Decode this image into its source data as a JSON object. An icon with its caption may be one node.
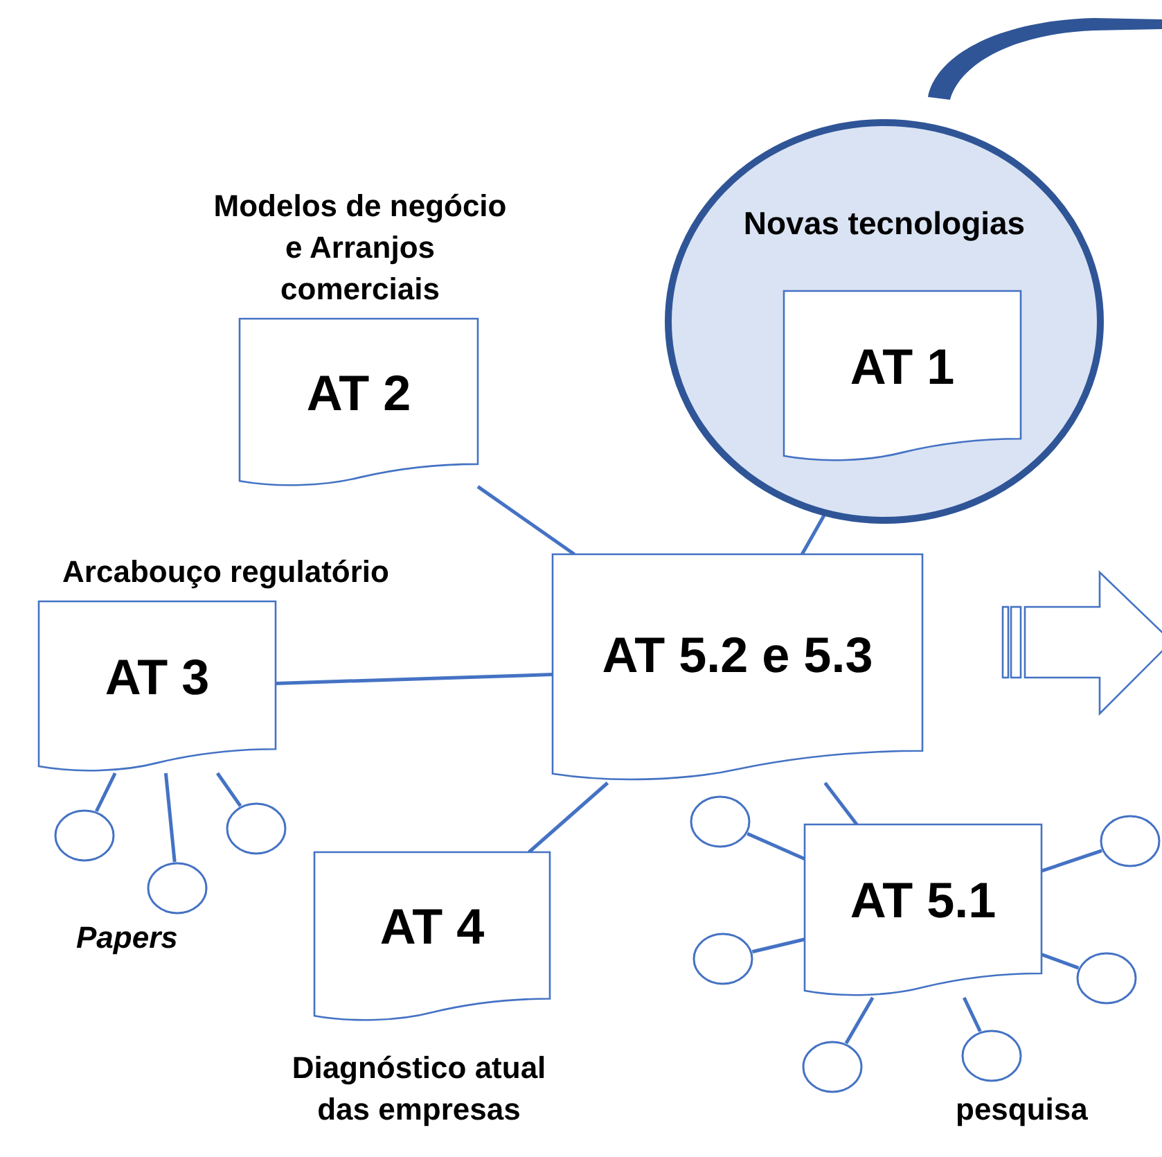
{
  "diagram": {
    "nodes": [
      {
        "text": [
          "Novas tecnologias"
        ]
      },
      {
        "text": [
          "AT 1"
        ],
        "in": 0
      },
      {
        "text": [
          "Modelos de negócio e Arranjos comerciais",
          "AT 2"
        ]
      },
      {
        "text": [
          "Arcabouço regulatório",
          "AT 3"
        ]
      },
      {
        "text": [
          "AT 5.2 e 5.3"
        ]
      },
      {
        "text": [
          "AT 4",
          "Diagnóstico atual das empresas"
        ]
      },
      {
        "text": [
          "AT 5.1"
        ]
      },
      {
        "text": [],
        "shape": "circle"
      },
      {
        "text": [],
        "shape": "circle"
      },
      {
        "text": [],
        "shape": "circle"
      },
      {
        "text": [],
        "shape": "circle"
      },
      {
        "text": [],
        "shape": "circle"
      },
      {
        "text": [],
        "shape": "circle"
      },
      {
        "text": [],
        "shape": "circle"
      },
      {
        "text": [],
        "shape": "circle"
      },
      {
        "text": [],
        "shape": "circle"
      },
      {
        "text": [],
        "shape": "arc"
      }
    ],
    "edges": [
      {
        "from": 2,
        "to": 4,
        "arrow": "none"
      },
      {
        "from": 1,
        "to": 4,
        "arrow": "none"
      },
      {
        "from": 3,
        "to": 4,
        "arrow": "none"
      },
      {
        "from": 5,
        "to": 4,
        "arrow": "none"
      },
      {
        "from": 4,
        "to": 6,
        "arrow": "none"
      },
      {
        "from": 3,
        "to": 7,
        "arrow": "none"
      },
      {
        "from": 3,
        "to": 8,
        "arrow": "none"
      },
      {
        "from": 3,
        "to": 9,
        "arrow": "none"
      },
      {
        "from": 6,
        "to": 10,
        "arrow": "none"
      },
      {
        "from": 6,
        "to": 11,
        "arrow": "none"
      },
      {
        "from": 6,
        "to": 12,
        "arrow": "none"
      },
      {
        "from": 6,
        "to": 13,
        "arrow": "none"
      },
      {
        "from": 6,
        "to": 14,
        "arrow": "none"
      },
      {
        "from": 6,
        "to": 15,
        "arrow": "none"
      }
    ],
    "labels": [
      "Papers",
      "pesquisa"
    ]
  }
}
